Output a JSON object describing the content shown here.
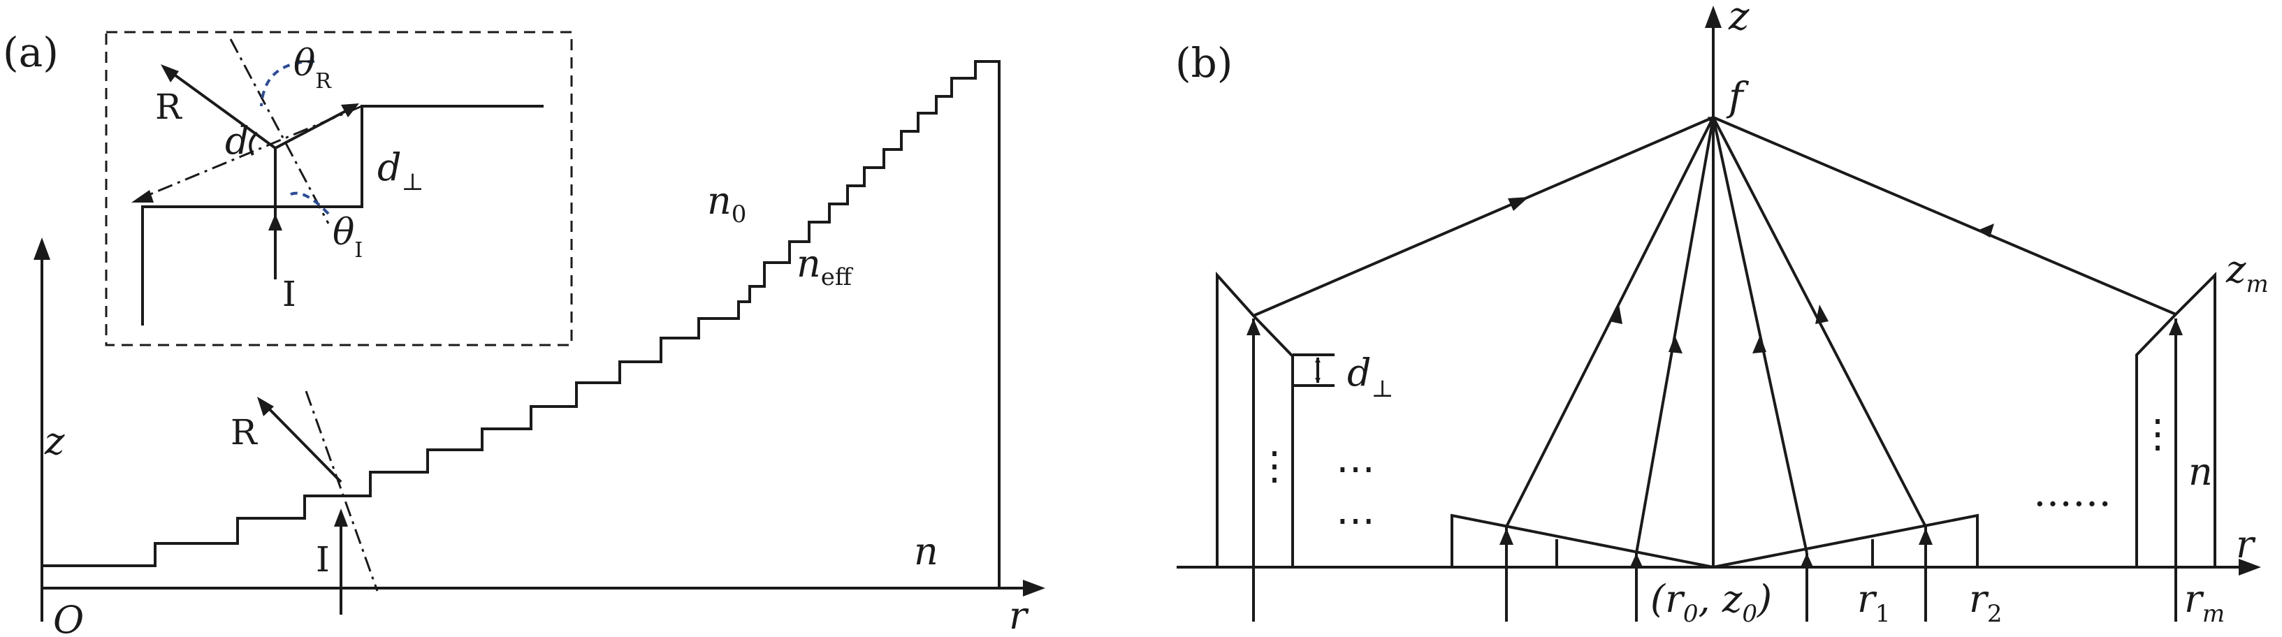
{
  "panel_a": {
    "label": "(a)",
    "axis_z": "z",
    "axis_r": "r",
    "origin": "O",
    "n_substrate": "n",
    "n0": "n",
    "n0_sub": "0",
    "neff": "n",
    "neff_sub": "eff",
    "ray_R": "R",
    "ray_I": "I",
    "inset": {
      "ray_R": "R",
      "ray_I": "I",
      "d": "d",
      "d_perp": "d",
      "d_perp_sub": "⊥",
      "theta_R": "θ",
      "theta_R_sub": "R",
      "theta_I": "θ",
      "theta_I_sub": "I"
    }
  },
  "panel_b": {
    "label": "(b)",
    "axis_z": "z",
    "axis_r": "r",
    "focus": "f",
    "zm": "z",
    "zm_sub": "m",
    "d_perp": "d",
    "d_perp_sub": "⊥",
    "n": "n",
    "r0z0_open": "(r",
    "r0z0_sub0": "0",
    "r0z0_mid": ", z",
    "r0z0_close": ")",
    "r1": "r",
    "r1_sub": "1",
    "r2": "r",
    "r2_sub": "2",
    "rm": "r",
    "rm_sub": "m",
    "dots_mid": "⋯",
    "dots_right": "……",
    "vdots": "⋮"
  }
}
